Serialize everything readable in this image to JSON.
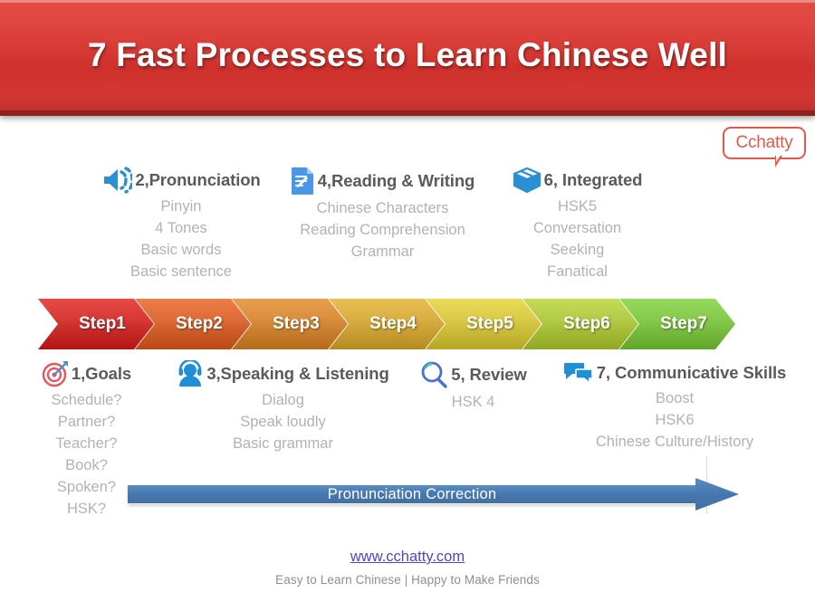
{
  "title": "7 Fast Processes to Learn Chinese Well",
  "logo": {
    "text": "Cchatty"
  },
  "colors": {
    "banner_red": "#d63a34",
    "banner_border": "#8d1f1c",
    "icon_blue": "#2b8fd4",
    "heading_gray": "#5a5a5a",
    "item_gray": "#b2b2b2",
    "arrow_blue": "#4477b0",
    "link_purple": "#4a46c8"
  },
  "top_row": [
    {
      "icon": "speaker-icon",
      "title": "2,Pronunciation",
      "items": [
        "Pinyin",
        "4 Tones",
        "Basic words",
        "Basic sentence"
      ]
    },
    {
      "icon": "document-icon",
      "title": "4,Reading & Writing",
      "items": [
        "Chinese Characters",
        "Reading Comprehension",
        "Grammar"
      ]
    },
    {
      "icon": "box-icon",
      "title": "6, Integrated",
      "items": [
        "HSK5",
        "Conversation",
        "Seeking",
        "Fanatical"
      ]
    }
  ],
  "steps": [
    {
      "label": "Step1",
      "color": "#cc2f2c"
    },
    {
      "label": "Step2",
      "color": "#d4622f"
    },
    {
      "label": "Step3",
      "color": "#cf8433"
    },
    {
      "label": "Step4",
      "color": "#cfa539"
    },
    {
      "label": "Step5",
      "color": "#cfc03e"
    },
    {
      "label": "Step6",
      "color": "#a9c13c"
    },
    {
      "label": "Step7",
      "color": "#7cc043"
    }
  ],
  "bottom_row": [
    {
      "icon": "target-icon",
      "title": "1,Goals",
      "items": [
        "Schedule?",
        "Partner?",
        "Teacher?",
        "Book?",
        "Spoken?",
        "HSK?"
      ]
    },
    {
      "icon": "headset-person-icon",
      "title": "3,Speaking & Listening",
      "items": [
        "Dialog",
        "Speak loudly",
        "Basic grammar"
      ]
    },
    {
      "icon": "magnifier-icon",
      "title": "5, Review",
      "items": [
        "HSK 4"
      ]
    },
    {
      "icon": "chat-bubbles-icon",
      "title": "7, Communicative Skills",
      "items": [
        "Boost",
        "HSK6",
        "Chinese Culture/History"
      ]
    }
  ],
  "correction_arrow": {
    "label": "Pronunciation   Correction"
  },
  "footer": {
    "url": "www.cchatty.com",
    "tagline": "Easy to Learn Chinese | Happy to Make Friends"
  }
}
